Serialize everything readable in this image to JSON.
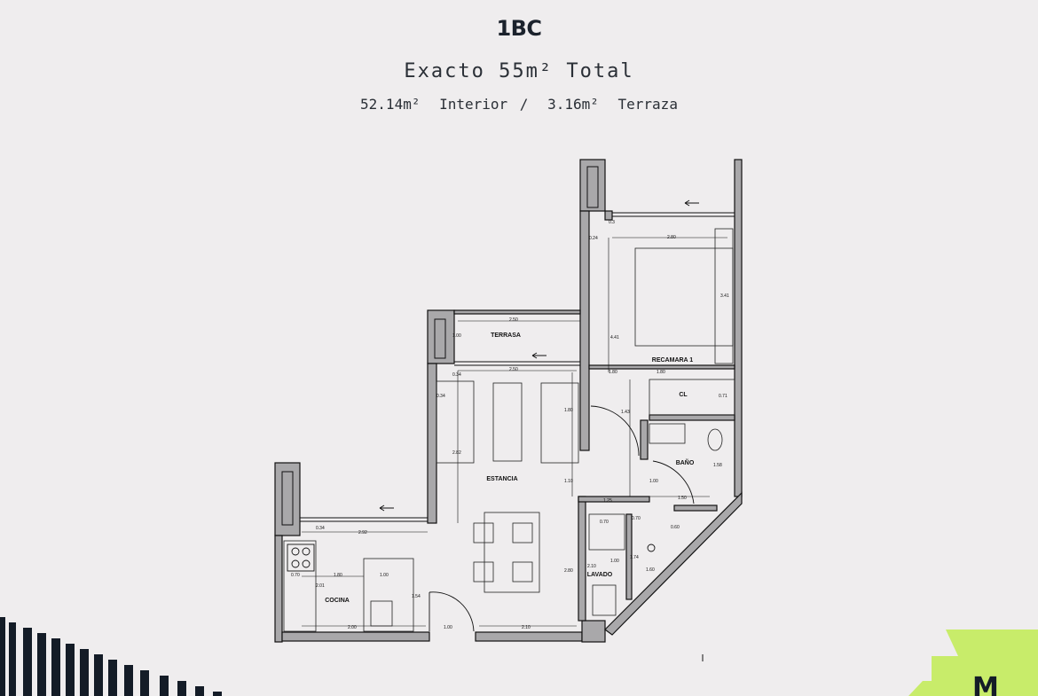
{
  "header": {
    "unit_code": "1BC",
    "total_area": "Exacto 55m² Total",
    "interior_area": "52.14m²",
    "interior_label": "Interior /",
    "terrace_area": "3.16m²",
    "terrace_label": "Terraza"
  },
  "plan": {
    "rooms": {
      "terrace": "TERRASA",
      "bedroom": "RECAMARA 1",
      "closet": "CL",
      "bathroom": "BAÑO",
      "living": "ESTANCIA",
      "kitchen": "COCINA",
      "laundry": "LAVADO"
    },
    "dimensions": {
      "bed_width": "2.80",
      "bed_depth": "3.41",
      "bed_side": "4.41",
      "bed_top": "0.3",
      "bed_left": "0.24",
      "bed_bottom": "1.80",
      "bed_left2": "1.80",
      "closet_depth": "0.71",
      "closet_side": "1.43",
      "terrace_width": "2.50",
      "terrace_depth": "1.00",
      "terrace_a": "0.34",
      "terrace_b": "0.34",
      "living_width": "2.50",
      "living_height": "2.82",
      "living_right": "1.80",
      "living_side": "1.10",
      "bath_a": "1.00",
      "bath_b": "1.58",
      "bath_c": "1.50",
      "bath_d": "0.60",
      "bath_e": "1.74",
      "bath_f": "1.60",
      "hall_a": "1.25",
      "hall_b": "0.70",
      "laundry_a": "2.10",
      "laundry_b": "1.00",
      "laundry_c": "0.70",
      "kitchen_a": "2.92",
      "kitchen_b": "0.34",
      "kitchen_c": "1.80",
      "kitchen_d": "0.70",
      "kitchen_e": "1.00",
      "kitchen_f": "2.01",
      "kitchen_g": "1.54",
      "bottom_a": "2.00",
      "bottom_b": "1.00",
      "bottom_c": "2.10",
      "kitchen_side": "2.80"
    }
  },
  "colors": {
    "background": "#efedee",
    "wall_fill": "#a9a8aa",
    "line": "#111111",
    "brand_dark": "#141c27",
    "brand_lime": "#c8ec6a"
  },
  "decor": {
    "logo_text": "M"
  }
}
